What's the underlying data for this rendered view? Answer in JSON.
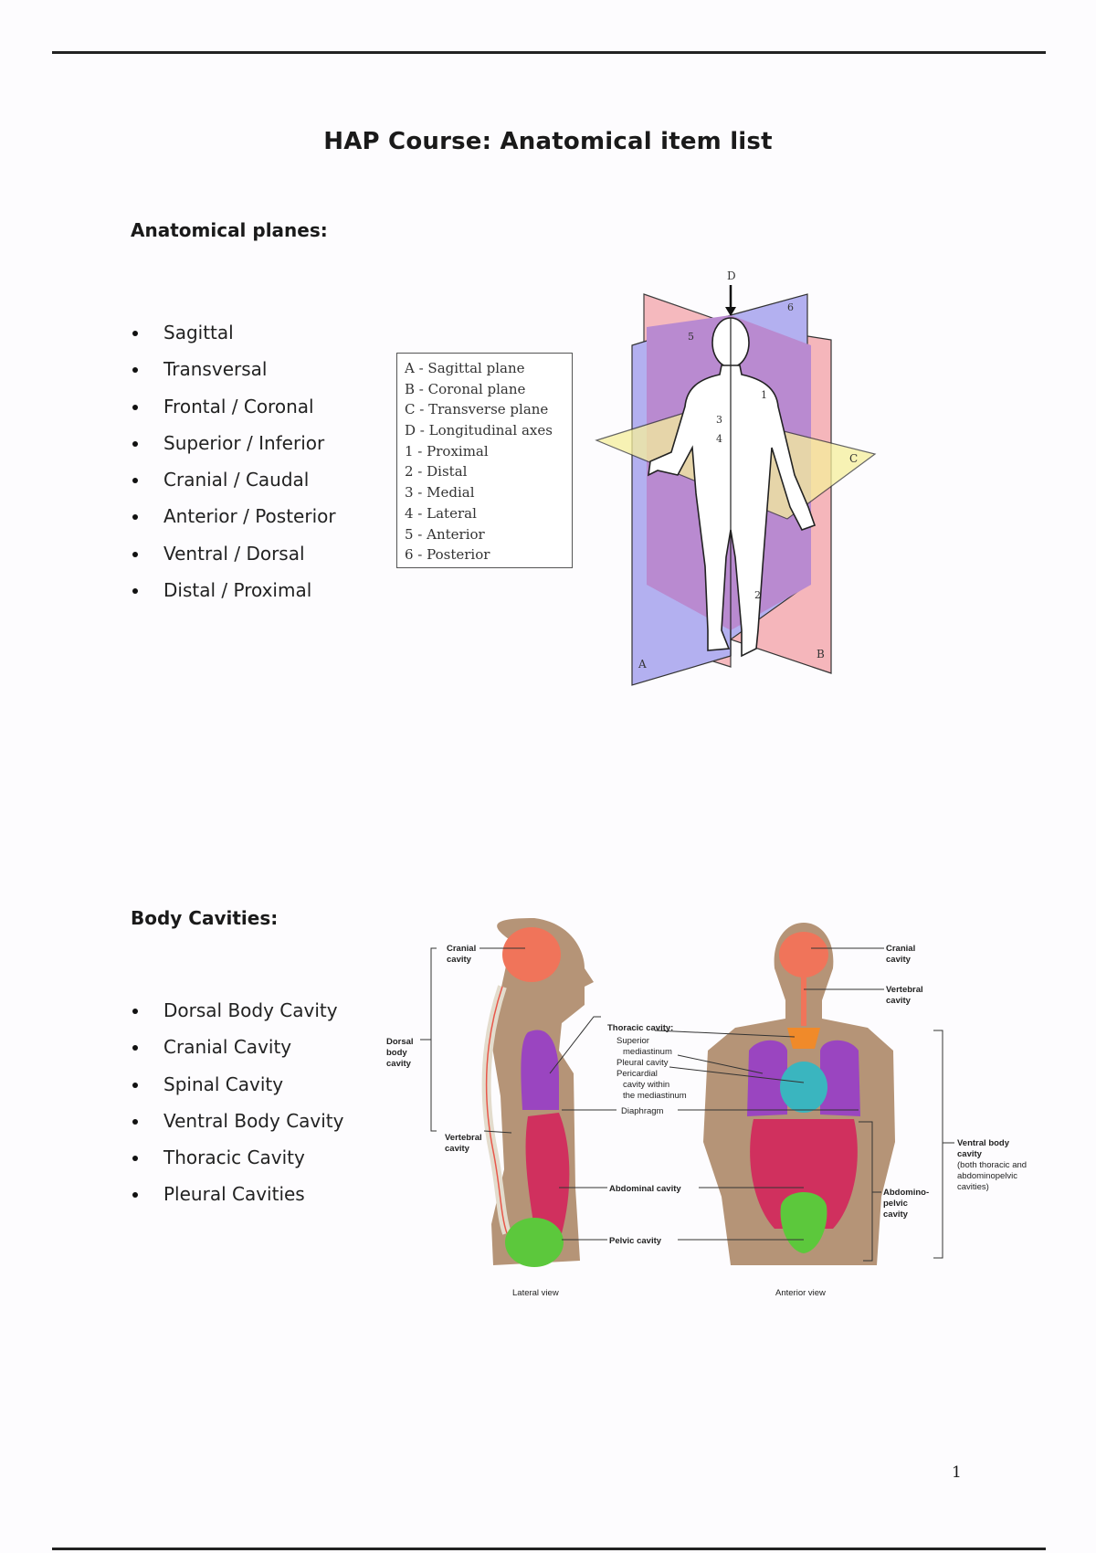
{
  "document": {
    "title": "HAP Course: Anatomical item list",
    "page_number": "1"
  },
  "planes_section": {
    "heading": "Anatomical planes:",
    "items": [
      "Sagittal",
      "Transversal",
      "Frontal / Coronal",
      "Superior / Inferior",
      "Cranial / Caudal",
      "Anterior / Posterior",
      "Ventral / Dorsal",
      "Distal / Proximal"
    ],
    "figure": {
      "legend": [
        "A - Sagittal plane",
        "B - Coronal plane",
        "C - Transverse plane",
        "D - Longitudinal axes",
        "1 - Proximal",
        "2 - Distal",
        "3 - Medial",
        "4 - Lateral",
        "5 - Anterior",
        "6 - Posterior"
      ],
      "plane_labels": {
        "a": "A",
        "b": "B",
        "c": "C",
        "d": "D"
      },
      "direction_labels": {
        "proximal": "1",
        "distal": "2",
        "medial": "3",
        "lateral": "4",
        "anterior": "5",
        "posterior": "6"
      },
      "colors": {
        "sagittal": "#b3b0f0",
        "coronal": "#f5b6bb",
        "transverse": "#f6ef9c",
        "overlap": "#b98ad0"
      }
    }
  },
  "cavities_section": {
    "heading": "Body Cavities:",
    "items": [
      "Dorsal Body Cavity",
      "Cranial Cavity",
      "Spinal Cavity",
      "Ventral Body Cavity",
      "Thoracic Cavity",
      "Pleural Cavities"
    ],
    "figure": {
      "labels": {
        "cranial_left": [
          "Cranial",
          "cavity"
        ],
        "dorsal_body": [
          "Dorsal",
          "body",
          "cavity"
        ],
        "vertebral_left": [
          "Vertebral",
          "cavity"
        ],
        "thoracic_title": "Thoracic cavity:",
        "superior_mediastinum": [
          "Superior",
          "mediastinum"
        ],
        "pleural": "Pleural cavity",
        "pericardial": [
          "Pericardial",
          "cavity within",
          "the mediastinum"
        ],
        "diaphragm": "Diaphragm",
        "abdominal": "Abdominal cavity",
        "pelvic": "Pelvic cavity",
        "cranial_right": [
          "Cranial",
          "cavity"
        ],
        "vertebral_right": [
          "Vertebral",
          "cavity"
        ],
        "abdominopelvic": [
          "Abdomino-",
          "pelvic",
          "cavity"
        ],
        "ventral_body": [
          "Ventral body",
          "cavity"
        ],
        "ventral_note": [
          "(both thoracic and",
          "abdominopelvic",
          "cavities)"
        ],
        "lateral_view": "Lateral view",
        "anterior_view": "Anterior view"
      },
      "colors": {
        "cranial": "#f0745a",
        "thoracic": "#9a45c0",
        "abdominal": "#d0305e",
        "pelvic": "#5cc83c",
        "pericardial": "#3ab5bf",
        "mediastinum": "#f08a2a",
        "skin": "#b59477",
        "bone": "#e3dccd"
      }
    }
  }
}
